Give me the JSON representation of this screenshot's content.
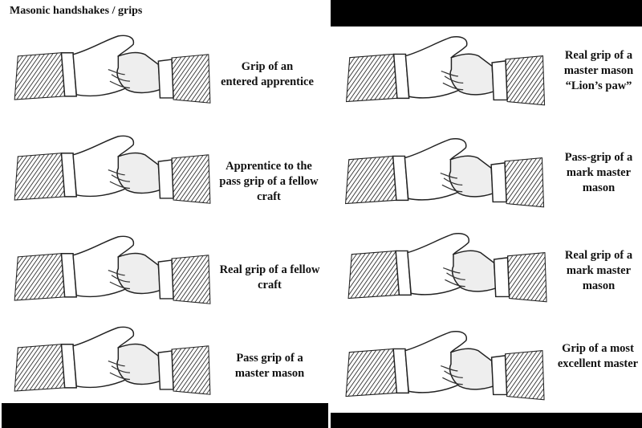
{
  "title": "Masonic handshakes / grips",
  "left_column": [
    {
      "caption_lines": [
        "Grip of an",
        "entered apprentice"
      ],
      "illustration": "handshake-illustration"
    },
    {
      "caption_lines": [
        "Apprentice to the",
        "pass grip of a fellow",
        "craft"
      ],
      "illustration": "handshake-illustration"
    },
    {
      "caption_lines": [
        "Real grip of a fellow",
        "craft"
      ],
      "illustration": "handshake-illustration"
    },
    {
      "caption_lines": [
        "Pass grip of a",
        "master mason"
      ],
      "illustration": "handshake-illustration"
    }
  ],
  "right_column": [
    {
      "caption_lines": [
        "Real grip of a",
        "master mason",
        "“Lion’s paw”"
      ],
      "illustration": "handshake-illustration"
    },
    {
      "caption_lines": [
        "Pass-grip of a",
        "mark master",
        "mason"
      ],
      "illustration": "handshake-illustration"
    },
    {
      "caption_lines": [
        "Real grip of a",
        "mark master",
        "mason"
      ],
      "illustration": "handshake-illustration"
    },
    {
      "caption_lines": [
        "Grip of a most",
        "excellent master"
      ],
      "illustration": "handshake-illustration"
    }
  ],
  "colors": {
    "background": "#ffffff",
    "bars": "#000000",
    "ink": "#111111"
  }
}
